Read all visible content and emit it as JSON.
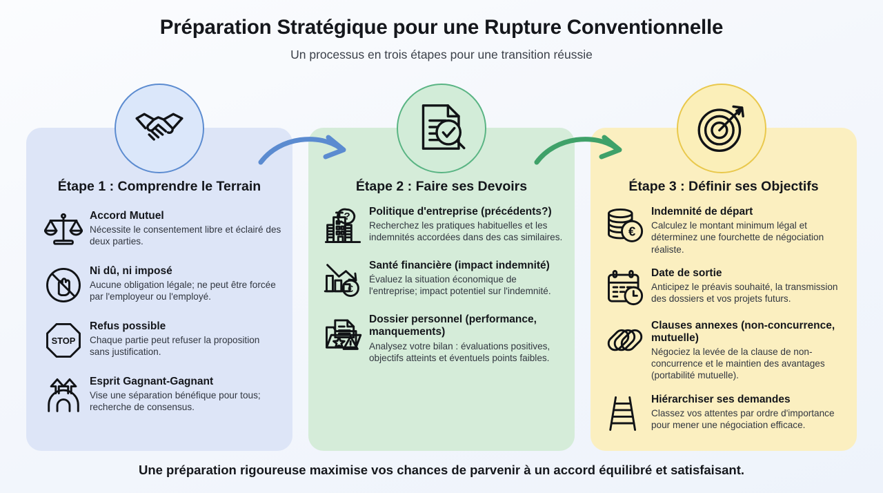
{
  "header": {
    "title": "Préparation Stratégique pour une Rupture Conventionnelle",
    "subtitle": "Un processus en trois étapes pour une transition réussie"
  },
  "footer": {
    "text": "Une préparation rigoureuse maximise vos chances de parvenir à un accord équilibré et satisfaisant."
  },
  "colors": {
    "panel_1_bg": "#dde5f7",
    "panel_2_bg": "#d5ecd9",
    "panel_3_bg": "#fbefc0",
    "badge_1_border": "#5b8bd0",
    "badge_2_border": "#59b483",
    "badge_3_border": "#e9c84c",
    "arrow_1": "#5b8bd0",
    "arrow_2": "#3fa169",
    "page_bg": "#f4f7fc",
    "text": "#15171c"
  },
  "badges": [
    {
      "icon": "handshake-icon"
    },
    {
      "icon": "document-magnifier-check-icon"
    },
    {
      "icon": "target-arrow-icon"
    }
  ],
  "arrows": [
    {
      "icon": "curved-arrow-right-icon",
      "color": "#5b8bd0"
    },
    {
      "icon": "curved-arrow-right-icon",
      "color": "#3fa169"
    }
  ],
  "columns": [
    {
      "title": "Étape 1 : Comprendre le Terrain",
      "items": [
        {
          "icon": "balance-scale-icon",
          "title": "Accord Mutuel",
          "desc": "Nécessite le consentement libre et éclairé des deux parties."
        },
        {
          "icon": "no-hand-icon",
          "title": "Ni dû, ni imposé",
          "desc": "Aucune obligation légale; ne peut être forcée par l'employeur ou l'employé."
        },
        {
          "icon": "stop-sign-icon",
          "title": "Refus possible",
          "desc": "Chaque partie peut refuser la proposition sans justification."
        },
        {
          "icon": "two-arrows-bridge-icon",
          "title": "Esprit Gagnant-Gagnant",
          "desc": "Vise une séparation bénéfique pour tous; recherche de consensus."
        }
      ]
    },
    {
      "title": "Étape 2 : Faire ses Devoirs",
      "items": [
        {
          "icon": "office-building-question-icon",
          "title": "Politique d'entreprise (précédents?)",
          "desc": "Recherchez les pratiques habituelles et les indemnités accordées dans des cas similaires."
        },
        {
          "icon": "declining-bar-chart-euro-icon",
          "title": "Santé financière (impact indemnité)",
          "desc": "Évaluez la situation économique de l'entreprise; impact potentiel sur l'indemnité."
        },
        {
          "icon": "folder-star-warning-icon",
          "title": "Dossier personnel (performance, manquements)",
          "desc": "Analysez votre bilan : évaluations positives, objectifs atteints et éventuels points faibles."
        }
      ]
    },
    {
      "title": "Étape 3 : Définir ses Objectifs",
      "items": [
        {
          "icon": "coins-euro-icon",
          "title": "Indemnité de départ",
          "desc": "Calculez le montant minimum légal et déterminez une fourchette de négociation réaliste."
        },
        {
          "icon": "calendar-clock-icon",
          "title": "Date de sortie",
          "desc": "Anticipez le préavis souhaité, la transmission des dossiers et vos projets futurs."
        },
        {
          "icon": "chain-link-icon",
          "title": "Clauses annexes (non-concurrence, mutuelle)",
          "desc": "Négociez la levée de la clause de non-concurrence et le maintien des avantages (portabilité mutuelle)."
        },
        {
          "icon": "ladder-icon",
          "title": "Hiérarchiser ses demandes",
          "desc": "Classez vos attentes par ordre d'importance pour mener une négociation efficace."
        }
      ]
    }
  ]
}
